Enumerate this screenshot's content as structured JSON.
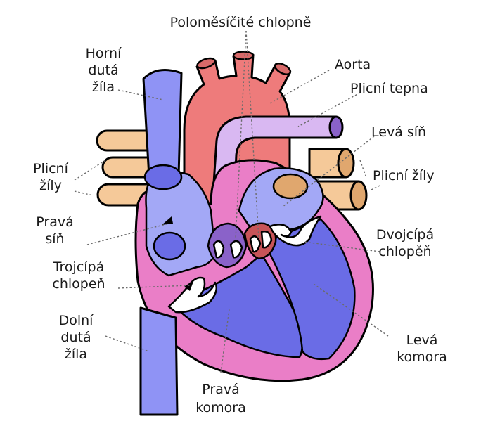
{
  "labels": {
    "semilunar_valves": "Poloměsíčité chlopně",
    "sup_vena_cava_1": "Horní",
    "sup_vena_cava_2": "dutá",
    "sup_vena_cava_3": "žíla",
    "aorta": "Aorta",
    "pulm_artery": "Plicní tepna",
    "left_atrium": "Levá síň",
    "pulm_veins_left_1": "Plicní",
    "pulm_veins_left_2": "žíly",
    "pulm_veins_right": "Plicní žíly",
    "right_atrium_1": "Pravá",
    "right_atrium_2": "síň",
    "tricuspid_1": "Trojcípá",
    "tricuspid_2": "chlopeň",
    "mitral_1": "Dvojcípá",
    "mitral_2": "chlopěň",
    "inf_vena_cava_1": "Dolní",
    "inf_vena_cava_2": "dutá",
    "inf_vena_cava_3": "žíla",
    "left_ventricle_1": "Levá",
    "left_ventricle_2": "komora",
    "right_ventricle_1": "Pravá",
    "right_ventricle_2": "komora"
  },
  "colors": {
    "aorta": "#ee7b7b",
    "pulm_artery": "#d9b8f2",
    "vena_cava": "#8f93f5",
    "myocardium": "#ea7ec7",
    "right_atrium": "#a3a8f6",
    "ventricle": "#6a6ce6",
    "pulm_veins": "#f5c999",
    "pulm_veins_dark": "#e0a76e",
    "valve_dark": "#8a62c9"
  }
}
